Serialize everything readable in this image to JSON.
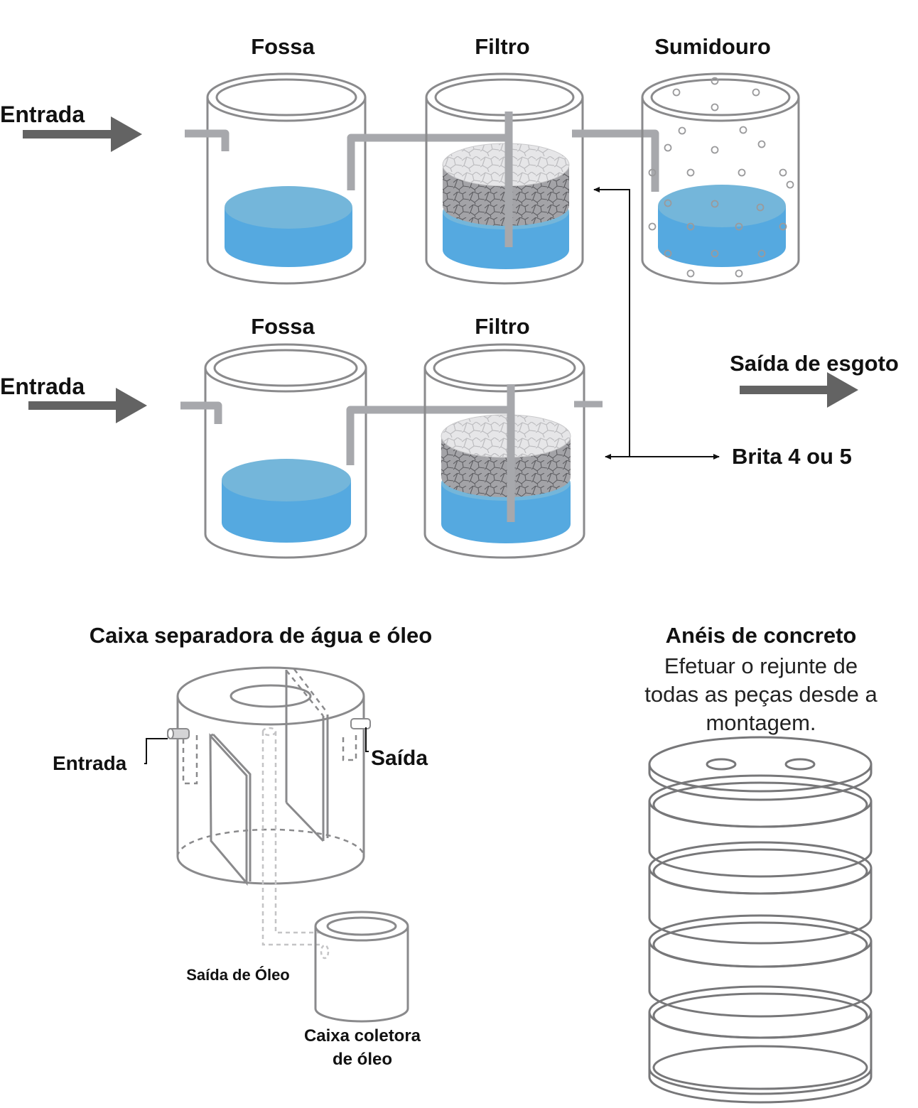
{
  "system1": {
    "label_fossa": "Fossa",
    "label_filtro": "Filtro",
    "label_sumidouro": "Sumidouro",
    "label_entrada": "Entrada"
  },
  "system2": {
    "label_fossa": "Fossa",
    "label_filtro": "Filtro",
    "label_entrada": "Entrada"
  },
  "legend": {
    "saida_esgoto": "Saída de esgoto",
    "brita": "Brita 4 ou 5"
  },
  "separator": {
    "title": "Caixa separadora de água e óleo",
    "entrada": "Entrada",
    "saida": "Saída",
    "saida_oleo": "Saída de Óleo",
    "coletora_line1": "Caixa coletora",
    "coletora_line2": "de óleo"
  },
  "rings": {
    "title": "Anéis de concreto",
    "note_line1": "Efetuar o rejunte de",
    "note_line2": "todas as peças desde a",
    "note_line3": "montagem."
  },
  "colors": {
    "water_top": "#74b6da",
    "water_side": "#55a9e0",
    "stone_top": "#e4e4e6",
    "stone_side": "#9c9ca0",
    "arrow": "#636363",
    "outline": "#8a8a8c",
    "pipe": "#a7a8ac"
  }
}
